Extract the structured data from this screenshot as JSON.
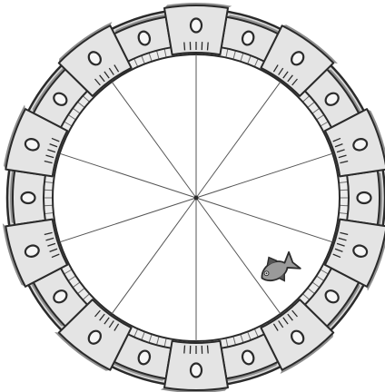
{
  "game": {
    "board": "circular-ring-board",
    "sectors": 10,
    "colors": {
      "ring_fill": "#d9d9d9",
      "ring_inner": "#ebebeb",
      "ring_outline": "#2a2a2a",
      "segment_fill": "#e4e4e4",
      "segment_shadow": "#8f8f8f",
      "spoke": "#555555",
      "hatch": "#6a6a6a",
      "fish_fill": "#9a9a9a",
      "fish_dark": "#555555"
    },
    "icons": {
      "segment_hole": "circle-hole-icon",
      "piece": "fish-icon",
      "large_block_marking": "tally-marks-icon"
    },
    "pieces": [
      {
        "type": "fish",
        "sector": 3
      }
    ]
  }
}
